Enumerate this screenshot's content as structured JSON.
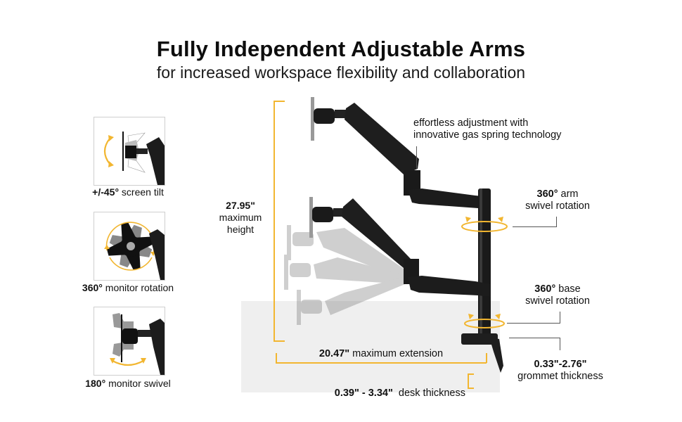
{
  "header": {
    "title": "Fully Independent Adjustable Arms",
    "subtitle": "for increased workspace flexibility and collaboration"
  },
  "features": [
    {
      "value": "+/-45°",
      "text": " screen tilt",
      "icon": "screen-tilt-icon"
    },
    {
      "value": "360°",
      "text": " monitor rotation",
      "icon": "monitor-rotation-icon"
    },
    {
      "value": "180°",
      "text": " monitor swivel",
      "icon": "monitor-swivel-icon"
    }
  ],
  "callouts": {
    "max_height": {
      "value": "27.95\"",
      "line1": "maximum",
      "line2": "height"
    },
    "gas_spring": {
      "line1": "effortless adjustment with",
      "line2": "innovative gas spring technology"
    },
    "arm_swivel": {
      "value": "360°",
      "line1_rest": " arm",
      "line2": "swivel rotation"
    },
    "base_swivel": {
      "value": "360°",
      "line1_rest": " base",
      "line2": "swivel rotation"
    },
    "max_extension": {
      "value": "20.47\"",
      "text": " maximum extension"
    },
    "desk_thickness": {
      "value": "0.39\" - 3.34\"",
      "text": "  desk thickness"
    },
    "grommet": {
      "value": "0.33\"-2.76\"",
      "text": "grommet thickness"
    }
  },
  "colors": {
    "accent": "#f2b630",
    "arm": "#1e1e1e",
    "desk": "#efefef",
    "leader_line": "#555555"
  }
}
